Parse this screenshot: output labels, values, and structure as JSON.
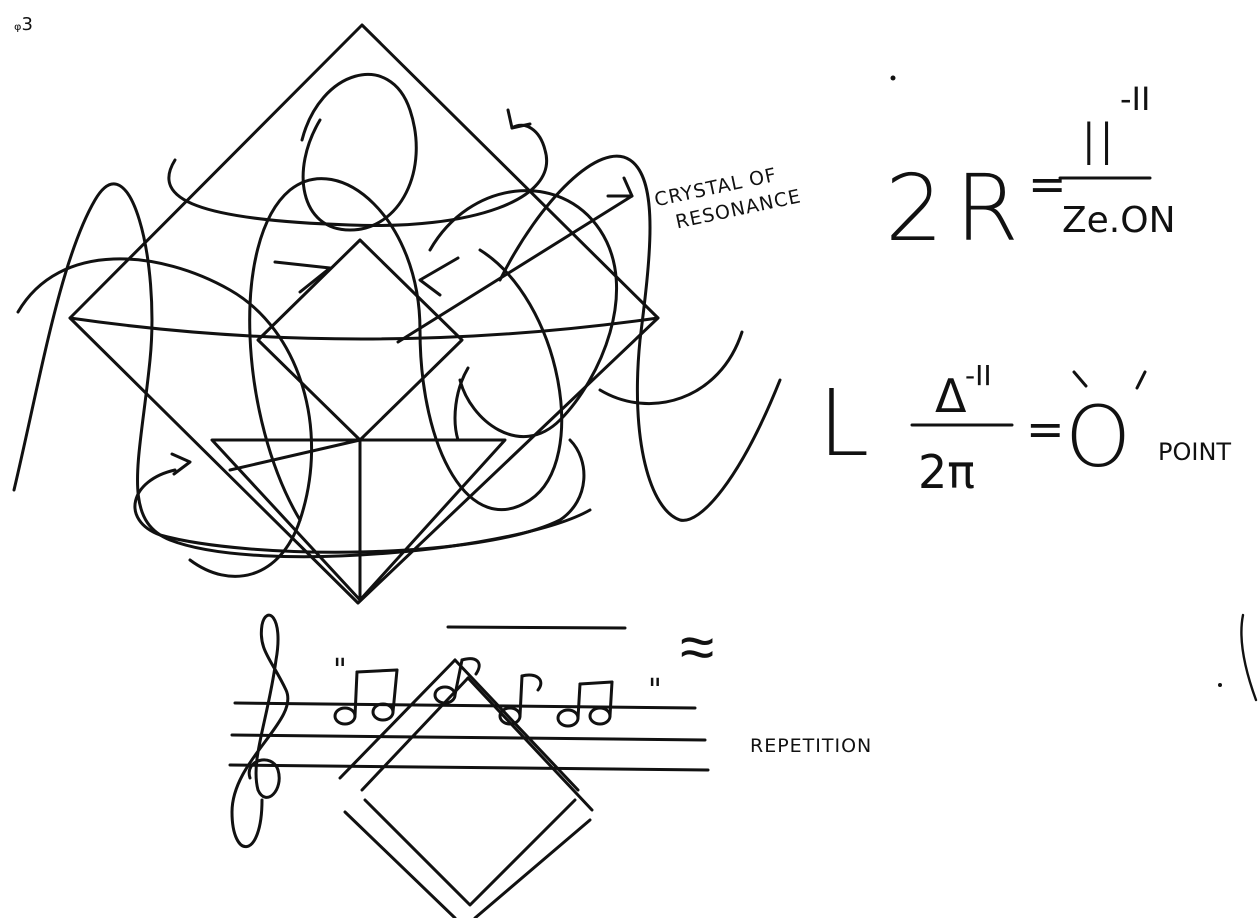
{
  "page_mark": "ᵩ3",
  "labels": {
    "crystal_line1": "CRYSTAL OF",
    "crystal_line2": "RESONANCE",
    "repetition": "REPETITION"
  },
  "equation1": {
    "coefficient": "2",
    "variable": "R",
    "equals": "=",
    "numerator": "II",
    "numerator_exponent": "-II",
    "denominator": "Ze.ON"
  },
  "equation2": {
    "prefix": "L",
    "numerator": "Δ",
    "numerator_exponent": "-II",
    "denominator": "2π",
    "equals": "=",
    "result": "O",
    "result_subscript": "POINT"
  },
  "music": {
    "open_quote": "\"",
    "close_quote": "\"",
    "approx": "≈"
  }
}
